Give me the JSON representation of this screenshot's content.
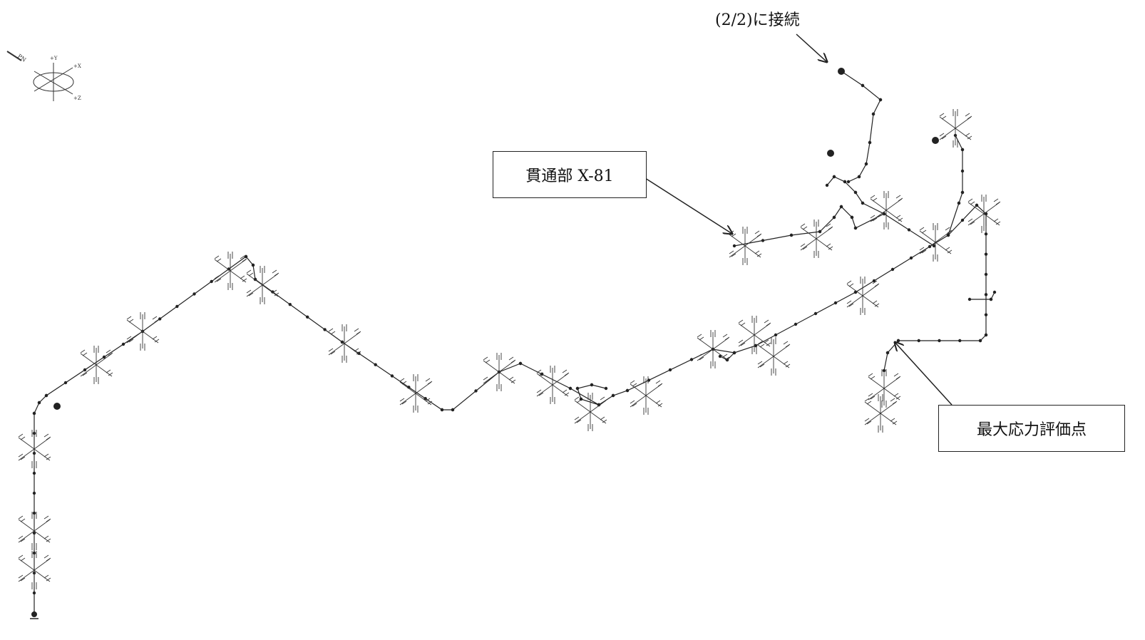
{
  "axis_triad": {
    "y_label": "+Y",
    "x_label": "+X",
    "z_label": "+Z",
    "north_label": "PN"
  },
  "annotations": {
    "connect_note": "(2/2)に接続",
    "penetration_label": "貫通部 X-81",
    "max_stress_label": "最大応力評価点"
  },
  "colors": {
    "line": "#222222",
    "background": "#ffffff"
  }
}
